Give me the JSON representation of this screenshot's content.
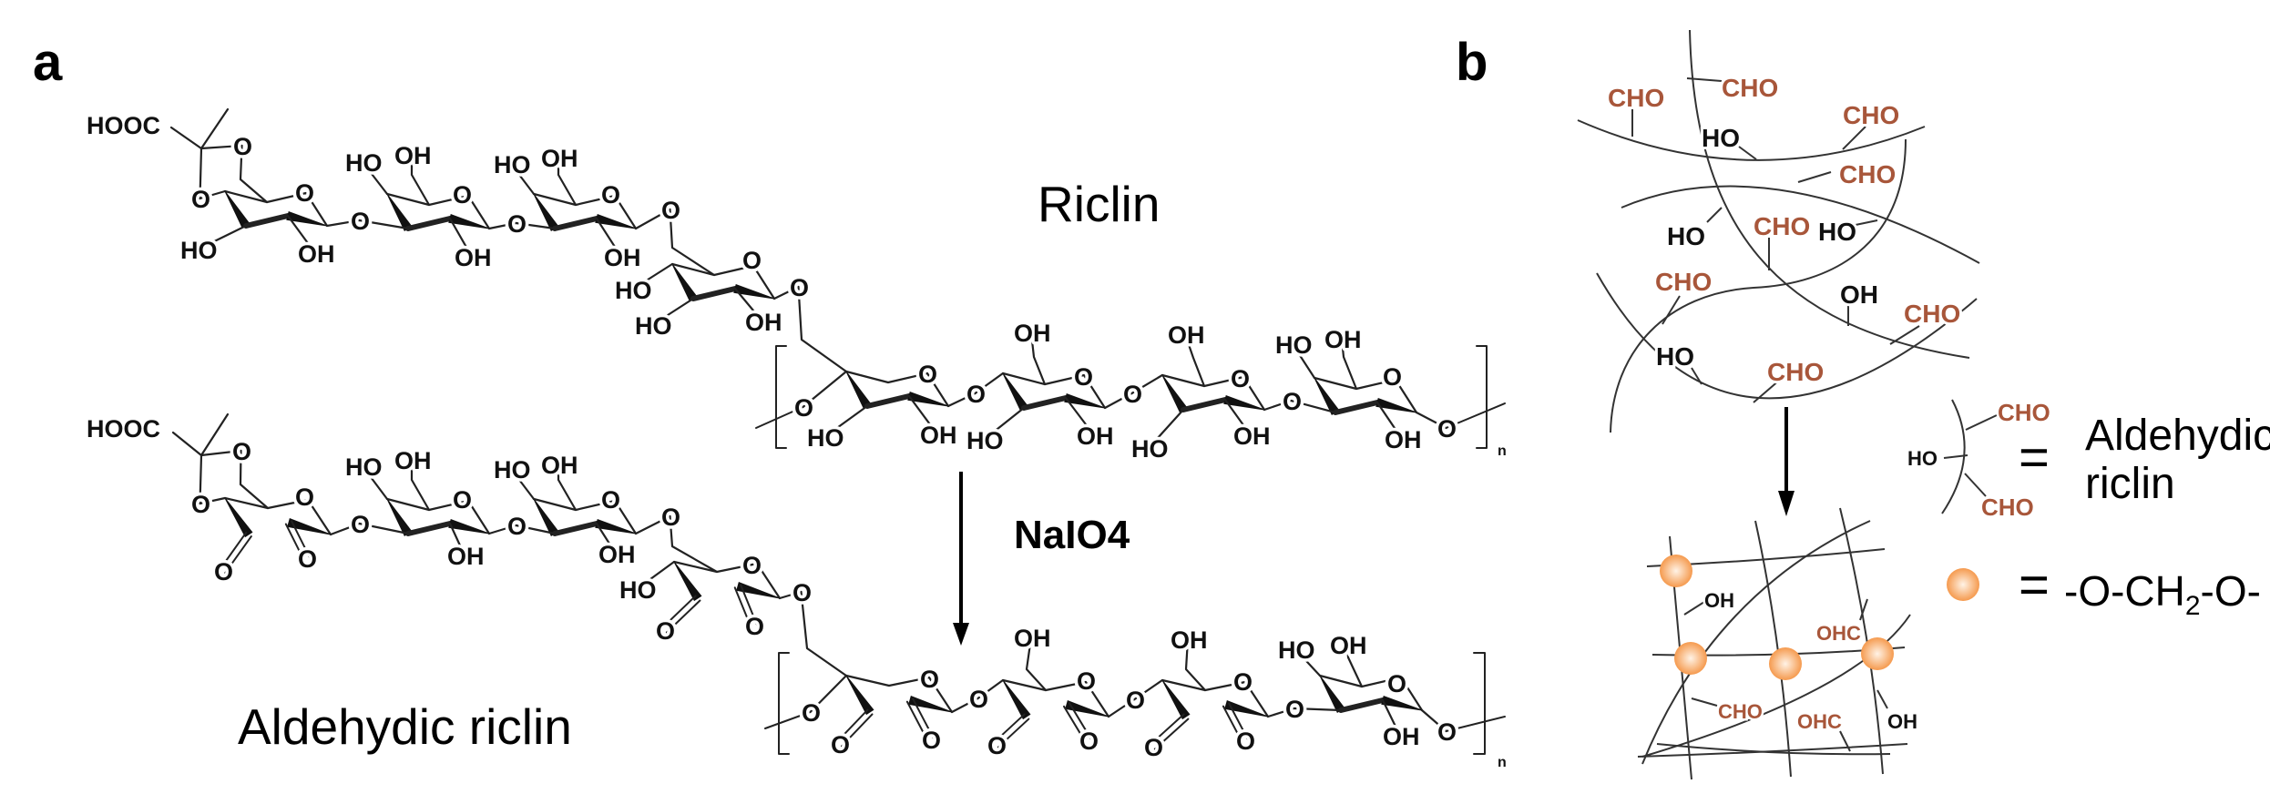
{
  "panel_a": {
    "letter": "a",
    "riclin_title": "Riclin",
    "aldehydic_title": "Aldehydic riclin",
    "reagent": "NaIO4",
    "repeat_subscript": "n",
    "riclin_labels": [
      "HOOC",
      "O",
      "O",
      "O",
      "HO",
      "OH",
      "O",
      "HO",
      "OH",
      "O",
      "OH",
      "O",
      "HO",
      "OH",
      "O",
      "OH",
      "O",
      "O",
      "HO",
      "HO",
      "OH",
      "O",
      "O",
      "HO",
      "O",
      "OH",
      "O",
      "OH",
      "O",
      "HO",
      "OH",
      "O",
      "OH",
      "O",
      "HO",
      "OH",
      "O",
      "HO",
      "OH",
      "O",
      "OH",
      "O"
    ],
    "aldehydic_labels": [
      "HOOC",
      "O",
      "O",
      "O",
      "O",
      "O",
      "O",
      "HO",
      "OH",
      "O",
      "OH",
      "O",
      "HO",
      "OH",
      "O",
      "OH",
      "O",
      "HO",
      "O",
      "O",
      "O",
      "O",
      "O",
      "O",
      "O",
      "O",
      "O",
      "OH",
      "O",
      "O",
      "O",
      "O",
      "OH",
      "O",
      "O",
      "O",
      "O",
      "HO",
      "OH",
      "O",
      "OH",
      "O"
    ]
  },
  "panel_b": {
    "letter": "b",
    "network_labels": [
      "CHO",
      "CHO",
      "CHO",
      "HO",
      "CHO",
      "HO",
      "CHO",
      "HO",
      "CHO",
      "OH",
      "CHO",
      "HO",
      "CHO"
    ],
    "crosslinked_labels": [
      "OH",
      "OHC",
      "CHO",
      "OHC",
      "OH"
    ],
    "legend": {
      "fragment_labels": [
        "CHO",
        "HO",
        "CHO"
      ],
      "equals": "=",
      "aldehydic_line1": "Aldehydic",
      "aldehydic_line2": "riclin",
      "crosslink_prefix": "-O-CH",
      "crosslink_subscript": "2",
      "crosslink_suffix": "-O-"
    }
  },
  "colors": {
    "aldehyde": "#a8563a",
    "hydroxyl": "#111111",
    "crosslink_node_center": "#fff3e6",
    "crosslink_node_edge": "#f59a4e"
  }
}
